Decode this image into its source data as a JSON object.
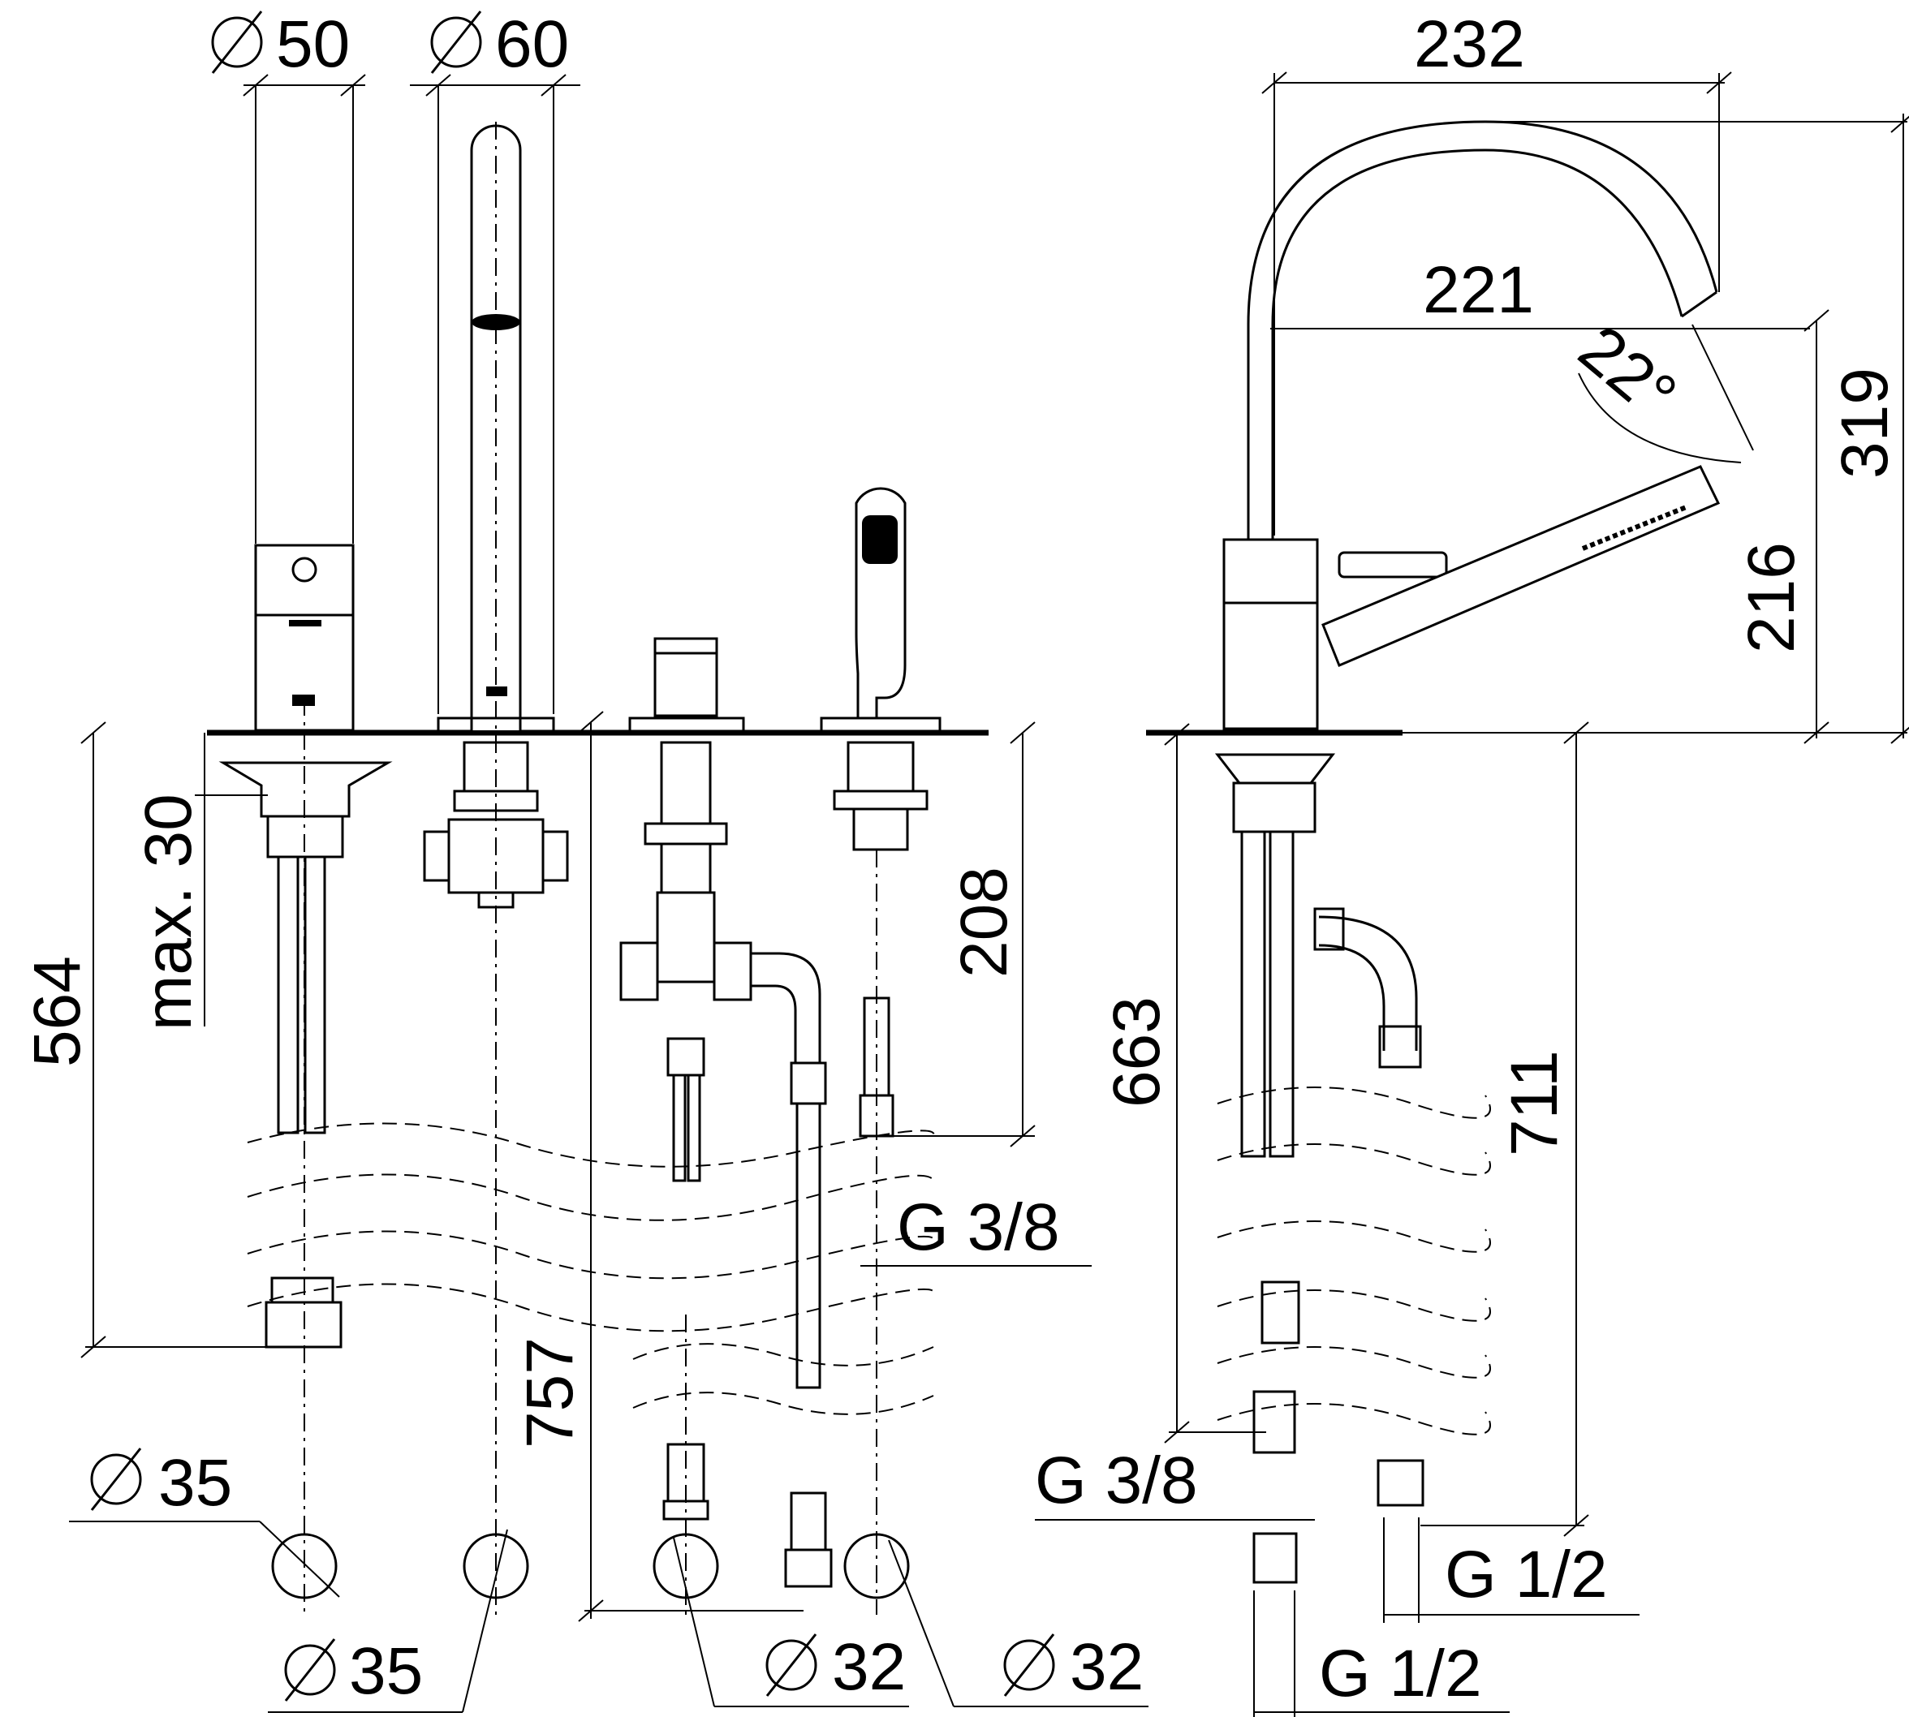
{
  "dimensions": {
    "d50": "50",
    "d60": "60",
    "d232": "232",
    "d221": "221",
    "angle22": "22°",
    "d319": "319",
    "d216": "216",
    "max30": "max. 30",
    "d564": "564",
    "d208": "208",
    "d663": "663",
    "d711": "711",
    "d757": "757",
    "g38_left": "G 3/8",
    "g38_right": "G 3/8",
    "g12_right_top": "G 1/2",
    "g12_bottom": "G 1/2",
    "d35_top": "35",
    "d35_bottom": "35",
    "d32_left": "32",
    "d32_right": "32"
  },
  "icons": {
    "diameter": "diameter-icon"
  }
}
